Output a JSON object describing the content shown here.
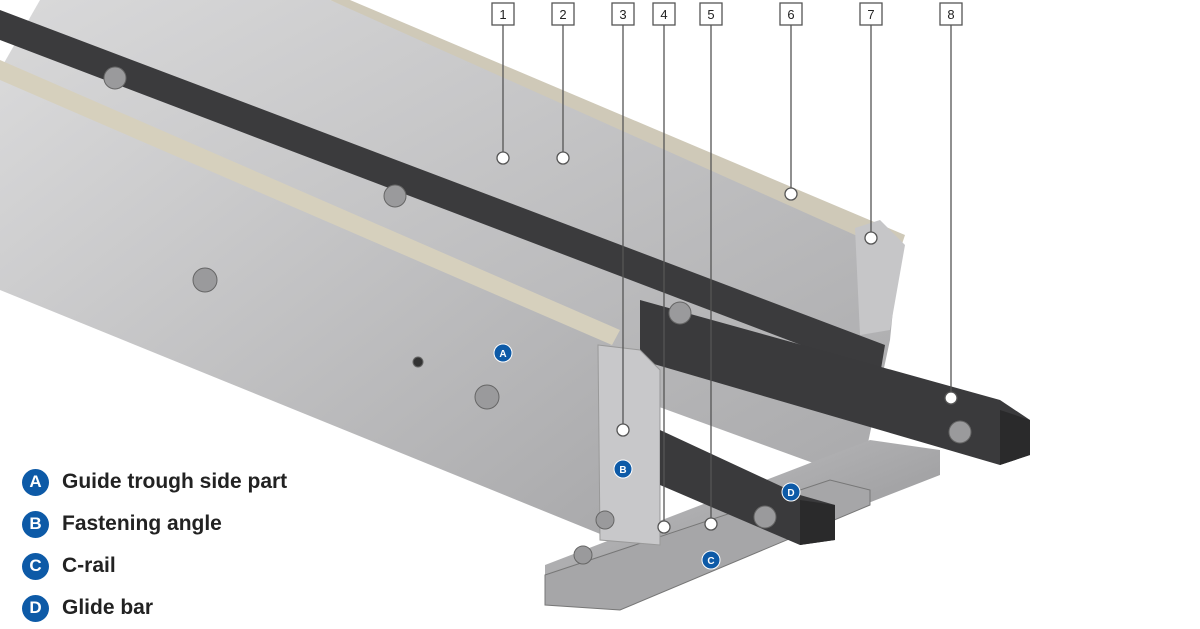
{
  "callouts": [
    "1",
    "2",
    "3",
    "4",
    "5",
    "6",
    "7",
    "8"
  ],
  "badges": [
    "A",
    "B",
    "C",
    "D"
  ],
  "legend": [
    {
      "letter": "A",
      "label": "Guide trough side part"
    },
    {
      "letter": "B",
      "label": "Fastening angle"
    },
    {
      "letter": "C",
      "label": "C-rail"
    },
    {
      "letter": "D",
      "label": "Glide bar"
    }
  ],
  "colors": {
    "badge": "#0d5aa7",
    "steel": "#b9b9bb",
    "bar": "#3a3a3c"
  }
}
